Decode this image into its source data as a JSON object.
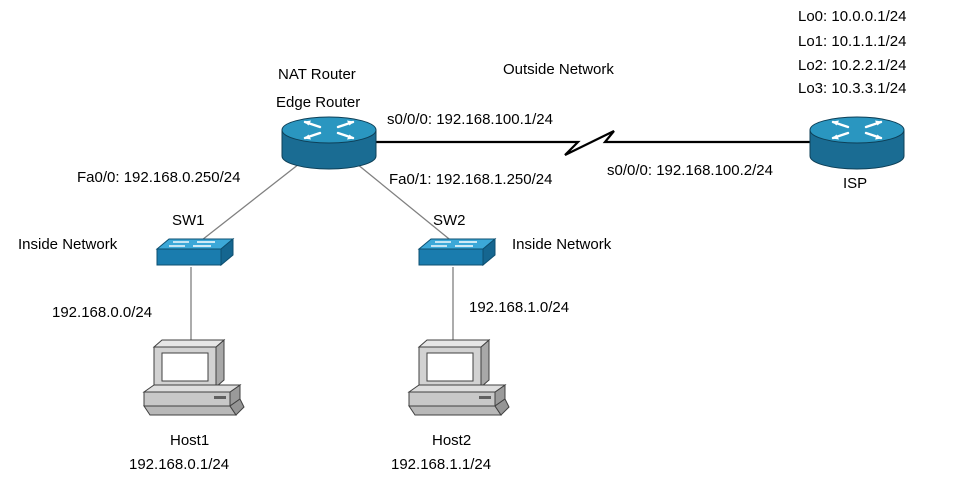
{
  "devices": {
    "edge_router": {
      "line1": "NAT Router",
      "line2": "Edge Router"
    },
    "isp": {
      "name": "ISP"
    },
    "sw1": {
      "name": "SW1"
    },
    "sw2": {
      "name": "SW2"
    },
    "host1": {
      "name": "Host1",
      "ip": "192.168.0.1/24"
    },
    "host2": {
      "name": "Host2",
      "ip": "192.168.1.1/24"
    }
  },
  "interfaces": {
    "fa00": "Fa0/0: 192.168.0.250/24",
    "fa01": "Fa0/1: 192.168.1.250/24",
    "edge_s000": "s0/0/0: 192.168.100.1/24",
    "isp_s000": "s0/0/0: 192.168.100.2/24"
  },
  "isp_loopbacks": [
    "Lo0: 10.0.0.1/24",
    "Lo1: 10.1.1.1/24",
    "Lo2: 10.2.2.1/24",
    "Lo3: 10.3.3.1/24"
  ],
  "networks": {
    "outside": "Outside Network",
    "inside_left": "Inside Network",
    "inside_right": "Inside Network",
    "subnet_left": "192.168.0.0/24",
    "subnet_right": "192.168.1.0/24"
  },
  "colors": {
    "router_top": "#2a96c0",
    "router_side": "#1a6c93",
    "switch_top": "#3ca8d8",
    "switch_side": "#1a7cae",
    "link": "#808080",
    "serial_link": "#000000",
    "pc_body": "#d0d0d0"
  }
}
